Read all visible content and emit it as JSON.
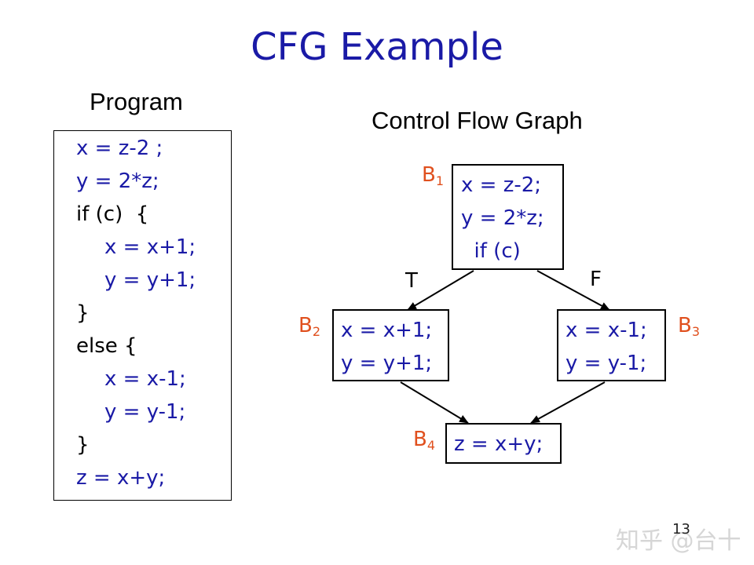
{
  "title": "CFG Example",
  "program": {
    "heading": "Program",
    "lines": [
      {
        "text": "x = z-2 ;",
        "kind": "stmt"
      },
      {
        "text": "y = 2*z;",
        "kind": "stmt"
      },
      {
        "text": "if (c)  {",
        "kind": "kw"
      },
      {
        "text": "x = x+1;",
        "kind": "stmt"
      },
      {
        "text": "y = y+1;",
        "kind": "stmt"
      },
      {
        "text": "}",
        "kind": "kw"
      },
      {
        "text": "else {",
        "kind": "kw"
      },
      {
        "text": "x = x-1;",
        "kind": "stmt"
      },
      {
        "text": "y = y-1;",
        "kind": "stmt"
      },
      {
        "text": "}",
        "kind": "kw"
      },
      {
        "text": "z = x+y;",
        "kind": "stmt"
      }
    ]
  },
  "cfg": {
    "heading": "Control Flow Graph",
    "blocks": [
      {
        "label": "B",
        "sub": "1",
        "lines": [
          "x = z-2;",
          "y = 2*z;",
          "  if (c)"
        ]
      },
      {
        "label": "B",
        "sub": "2",
        "lines": [
          "x = x+1;",
          "y = y+1;"
        ]
      },
      {
        "label": "B",
        "sub": "3",
        "lines": [
          "x = x-1;",
          "y = y-1;"
        ]
      },
      {
        "label": "B",
        "sub": "4",
        "lines": [
          "z = x+y;"
        ]
      }
    ],
    "edges": [
      {
        "from": "B1",
        "to": "B2",
        "label": "T"
      },
      {
        "from": "B1",
        "to": "B3",
        "label": "F"
      },
      {
        "from": "B2",
        "to": "B4",
        "label": ""
      },
      {
        "from": "B3",
        "to": "B4",
        "label": ""
      }
    ]
  },
  "page_number": "13",
  "watermark": "知乎 @台十",
  "colors": {
    "title": "#1a1aa6",
    "code": "#1a1aa6",
    "block_label": "#e0501e",
    "keyword": "#000000"
  }
}
